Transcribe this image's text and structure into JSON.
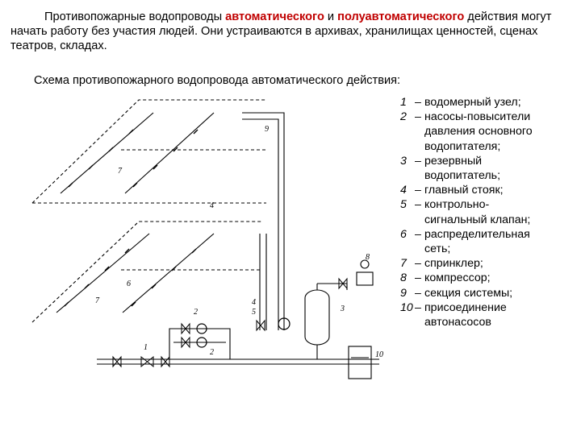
{
  "intro": {
    "before": "Противопожарные водопроводы ",
    "hl1": "автоматического",
    "mid": " и ",
    "hl2": "полуавтоматического",
    "after": " действия могут начать работу без участия людей. Они устраиваются в архивах, хранилищах ценностей, сценах театров, складах."
  },
  "subtitle": "Схема противопожарного водопровода автоматического действия:",
  "colors": {
    "highlight": "#c00000",
    "text": "#000000"
  },
  "legend": [
    {
      "num": "1",
      "text": "водомерный узел;"
    },
    {
      "num": "2",
      "text": "насосы-повысители\nдавления основного\nводопитателя;"
    },
    {
      "num": "3",
      "text": "резервный\nводопитатель;"
    },
    {
      "num": "4",
      "text": "главный стояк;"
    },
    {
      "num": "5",
      "text": "контрольно-\nсигнальный клапан;"
    },
    {
      "num": "6",
      "text": "распределительная\nсеть;"
    },
    {
      "num": "7",
      "text": "спринклер;"
    },
    {
      "num": "8",
      "text": "компрессор;"
    },
    {
      "num": "9",
      "text": "секция системы;"
    },
    {
      "num": "10",
      "text": "присоединение\nавтонасосов"
    }
  ],
  "diagram_labels": {
    "l1": "1",
    "l2a": "2",
    "l2b": "2",
    "l3": "3",
    "l4": "4",
    "l4b": "4",
    "l5": "5",
    "l6": "6",
    "l7": "7",
    "l7b": "7",
    "l8": "8",
    "l9": "9",
    "l10": "10"
  },
  "icons": {
    "valve": "bowtie-valve-icon",
    "pump": "pump-circle-icon"
  }
}
